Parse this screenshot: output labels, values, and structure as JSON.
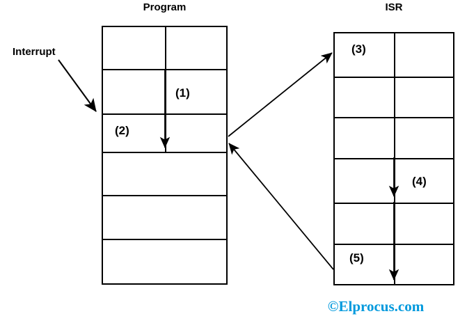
{
  "diagram": {
    "title_program": "Program",
    "title_isr": "ISR",
    "interrupt_label": "Interrupt",
    "watermark": "©Elprocus.com",
    "watermark_color": "#0099dd",
    "line_color": "#000000",
    "background": "#ffffff"
  },
  "program": {
    "title": "Program",
    "rows": 6,
    "labels": {
      "step1": "(1)",
      "step2": "(2)"
    }
  },
  "isr": {
    "title": "ISR",
    "rows": 6,
    "labels": {
      "step3": "(3)",
      "step4": "(4)",
      "step5": "(5)"
    }
  },
  "annotations": {
    "interrupt": "Interrupt"
  }
}
